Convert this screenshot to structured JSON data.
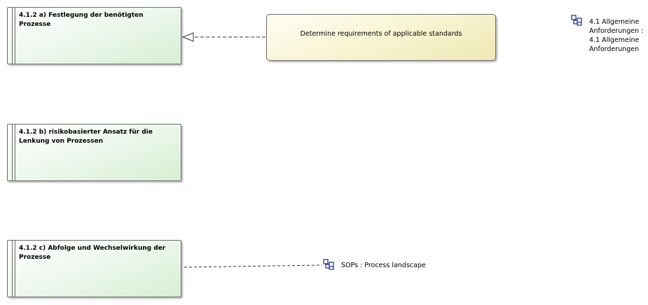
{
  "requirements": [
    {
      "title": "4.1.2 a) Festlegung der benötigten Prozesse"
    },
    {
      "title": "4.1.2 b) risikobasierter Ansatz für die Lenkung von Prozessen"
    },
    {
      "title": "4.1.2 c) Abfolge und Wechselwirkung der Prozesse"
    }
  ],
  "note": {
    "text": "Determine requirements of applicable standards"
  },
  "refs": {
    "allgemeine": {
      "label": "4.1 Allgemeine\nAnforderungen :\n4.1 Allgemeine\nAnforderungen",
      "icon": "package-reference-icon"
    },
    "sops": {
      "label": "SOPs : Process landscape",
      "icon": "package-reference-icon"
    }
  },
  "colors": {
    "requirement_fill": "#d6efd2",
    "note_fill": "#efe7b4",
    "icon_stroke": "#1a2e8c",
    "border": "#6b6b6b"
  }
}
